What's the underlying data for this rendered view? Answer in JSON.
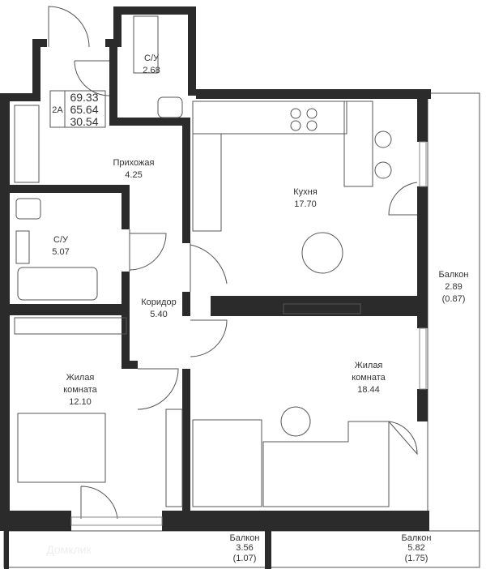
{
  "apartment": {
    "type": "2A",
    "total_area": "69.33",
    "living_area_total": "65.64",
    "living_area": "30.54"
  },
  "rooms": {
    "bath_small": {
      "name": "С/У",
      "area": "2.68"
    },
    "hall": {
      "name": "Прихожая",
      "area": "4.25"
    },
    "kitchen": {
      "name": "Кухня",
      "area": "17.70"
    },
    "bath": {
      "name": "С/У",
      "area": "5.07"
    },
    "corridor": {
      "name": "Коридор",
      "area": "5.40"
    },
    "bedroom": {
      "name_1": "Жилая",
      "name_2": "комната",
      "area": "12.10"
    },
    "living": {
      "name_1": "Жилая",
      "name_2": "комната",
      "area": "18.44"
    },
    "balcony_right": {
      "name": "Балкон",
      "area": "2.89",
      "coef": "(0.87)"
    },
    "balcony_bottom_left": {
      "name": "Балкон",
      "area": "3.56",
      "coef": "(1.07)"
    },
    "balcony_bottom_right": {
      "name": "Балкон",
      "area": "5.82",
      "coef": "(1.75)"
    }
  },
  "watermark": "Домклик",
  "colors": {
    "wall": "#2b2b2b",
    "line": "#555555"
  }
}
